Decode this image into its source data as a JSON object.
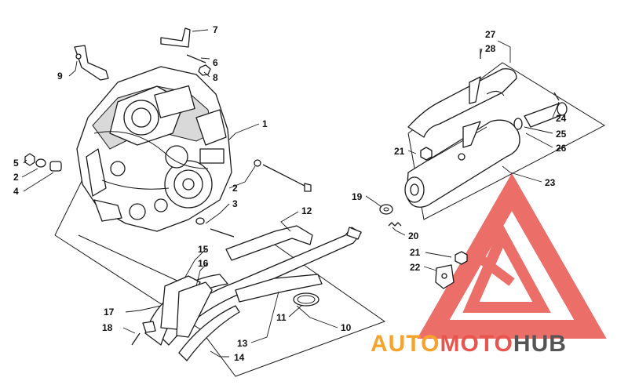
{
  "callouts": [
    {
      "id": "c1",
      "text": "1"
    },
    {
      "id": "c2a",
      "text": "2"
    },
    {
      "id": "c2b",
      "text": "2"
    },
    {
      "id": "c3",
      "text": "3"
    },
    {
      "id": "c4",
      "text": "4"
    },
    {
      "id": "c5",
      "text": "5"
    },
    {
      "id": "c6",
      "text": "6"
    },
    {
      "id": "c7",
      "text": "7"
    },
    {
      "id": "c8",
      "text": "8"
    },
    {
      "id": "c9",
      "text": "9"
    },
    {
      "id": "c10",
      "text": "10"
    },
    {
      "id": "c11",
      "text": "11"
    },
    {
      "id": "c12",
      "text": "12"
    },
    {
      "id": "c13",
      "text": "13"
    },
    {
      "id": "c14",
      "text": "14"
    },
    {
      "id": "c15",
      "text": "15"
    },
    {
      "id": "c16",
      "text": "16"
    },
    {
      "id": "c17",
      "text": "17"
    },
    {
      "id": "c18",
      "text": "18"
    },
    {
      "id": "c19",
      "text": "19"
    },
    {
      "id": "c20",
      "text": "20"
    },
    {
      "id": "c21a",
      "text": "21"
    },
    {
      "id": "c21b",
      "text": "21"
    },
    {
      "id": "c22",
      "text": "22"
    },
    {
      "id": "c23",
      "text": "23"
    },
    {
      "id": "c24",
      "text": "24"
    },
    {
      "id": "c25",
      "text": "25"
    },
    {
      "id": "c26",
      "text": "26"
    },
    {
      "id": "c27",
      "text": "27"
    },
    {
      "id": "c28",
      "text": "28"
    }
  ],
  "watermark": {
    "part1": "AUTO",
    "part2": "MOTO",
    "part3": "HUB",
    "colors": {
      "logo": "#e8554f",
      "auto": "#f5a32a",
      "moto": "#e8554f",
      "hub": "#555555"
    }
  }
}
